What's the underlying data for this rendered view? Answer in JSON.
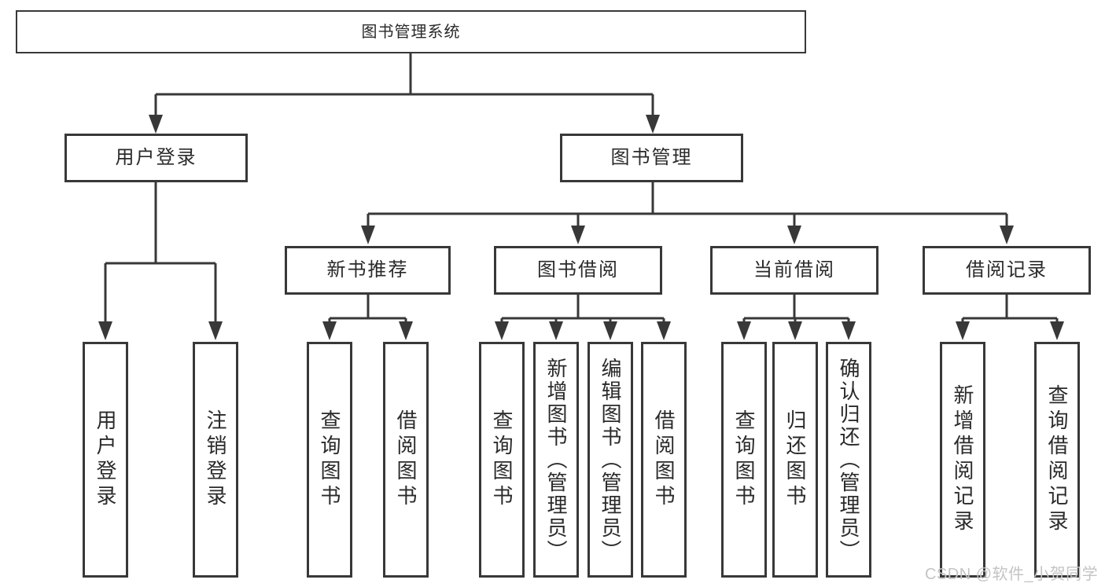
{
  "diagram": {
    "title": "图书管理系统",
    "root": "图书管理系统",
    "level2": {
      "user_login": "用户登录",
      "book_management": "图书管理"
    },
    "level3": {
      "new_book_recommend": "新书推荐",
      "book_borrowing": "图书借阅",
      "current_borrowing": "当前借阅",
      "borrowing_records": "借阅记录"
    },
    "leaves": {
      "user_login": "用户登录",
      "logout": "注销登录",
      "query_books_recommend": "查询图书",
      "borrow_books_recommend": "借阅图书",
      "query_books_borrowing": "查询图书",
      "add_books_admin": "新增图书（管理员）",
      "edit_books_admin": "编辑图书（管理员）",
      "borrow_books_borrowing": "借阅图书",
      "query_books_current": "查询图书",
      "return_books": "归还图书",
      "confirm_return_admin": "确认归还（管理员）",
      "add_borrow_record": "新增借阅记录",
      "query_borrow_record": "查询借阅记录"
    }
  },
  "watermark": "CSDN @软件_小贺同学",
  "colors": {
    "background": "#ffffff",
    "line": "#383838",
    "box_border": "#383838",
    "text": "#2a2a2a",
    "watermark": "#c4c4c4"
  }
}
